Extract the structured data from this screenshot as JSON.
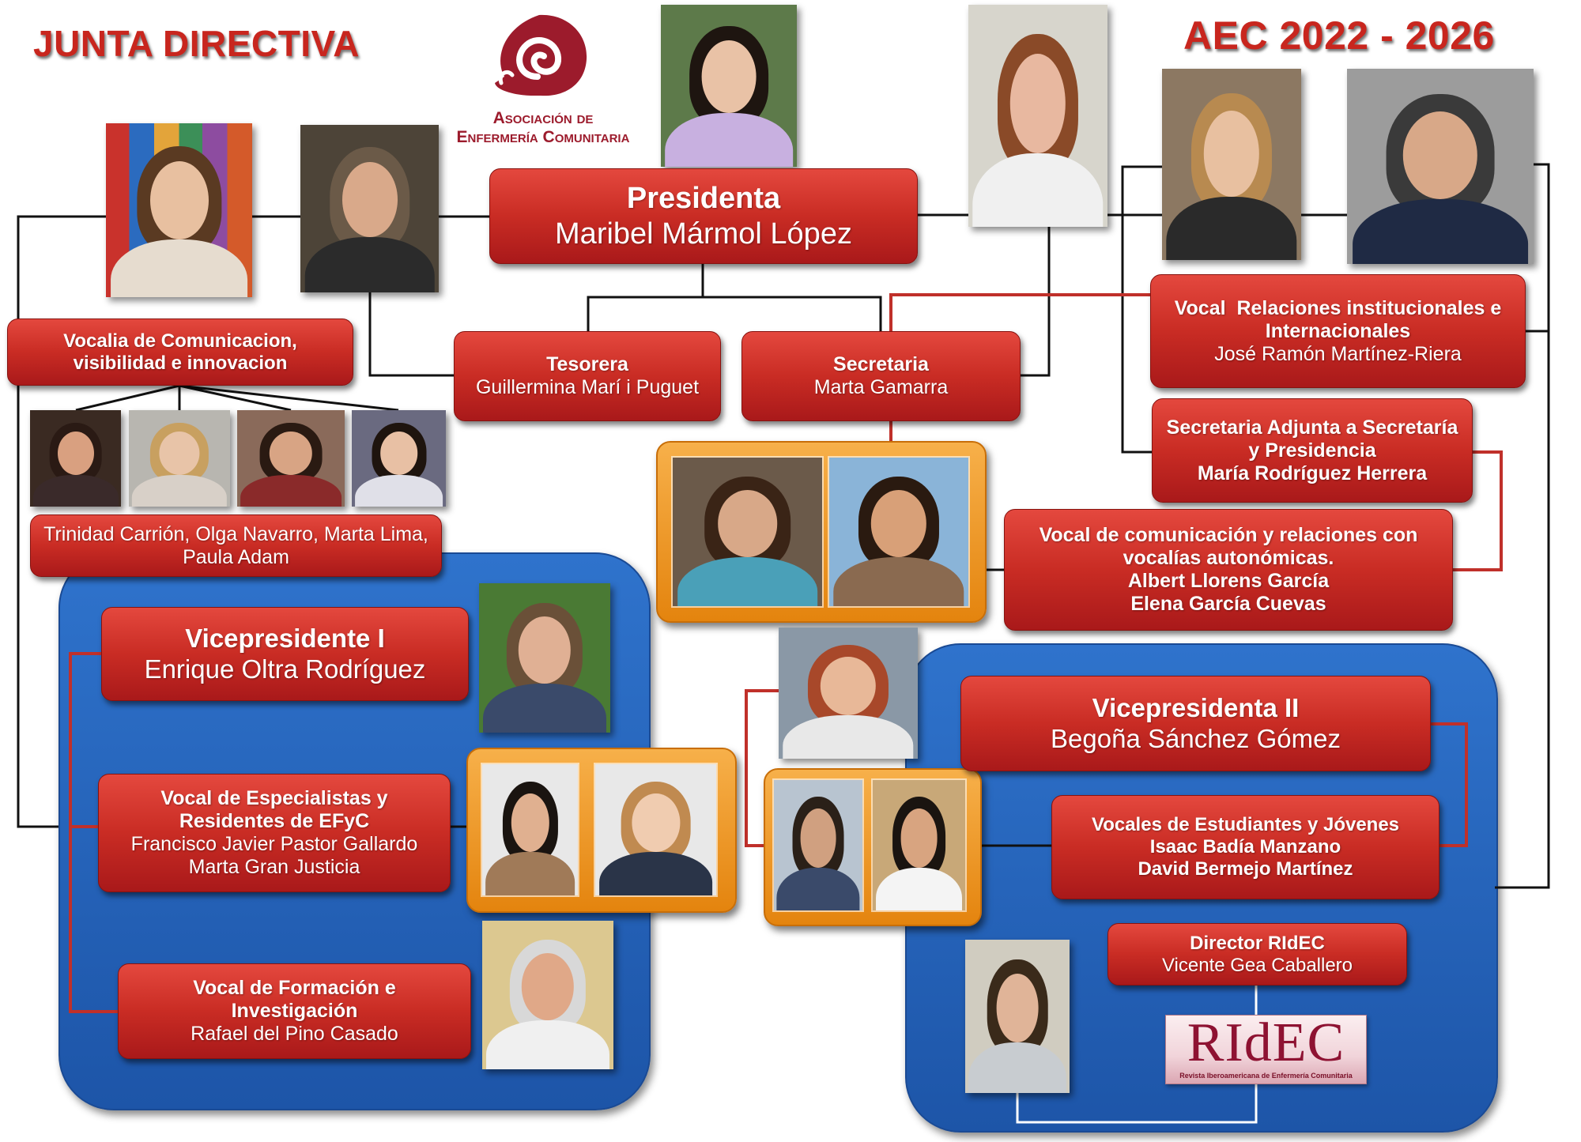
{
  "header": {
    "title": "JUNTA DIRECTIVA",
    "period": "AEC 2022 - 2026"
  },
  "logo": {
    "line1": "Asociación de",
    "line2": "Enfermería Comunitaria"
  },
  "presidenta": {
    "role": "Presidenta",
    "name": "Maribel Mármol López"
  },
  "vocalia_comunicacion": {
    "role": "Vocalia de Comunicacion, visibilidad e innovacion",
    "members": "Trinidad Carrión, Olga Navarro, Marta Lima, Paula Adam"
  },
  "tesorera": {
    "role": "Tesorera",
    "name": "Guillermina Marí i Puguet"
  },
  "secretaria": {
    "role": "Secretaria",
    "name": "Marta Gamarra"
  },
  "vocal_relaciones": {
    "role": "Vocal  Relaciones institucionales e Internacionales",
    "name": "José Ramón Martínez-Riera"
  },
  "secretaria_adjunta": {
    "role": "Secretaria Adjunta a Secretaría y Presidencia",
    "name": "María Rodríguez Herrera"
  },
  "vocal_comunicacion_autonomicas": {
    "role": "Vocal de comunicación y relaciones con vocalías autonómicas.",
    "names": [
      "Albert Llorens García",
      "Elena García Cuevas"
    ]
  },
  "vicepresidente_1": {
    "role": "Vicepresidente I",
    "name": "Enrique Oltra Rodríguez"
  },
  "vocal_especialistas": {
    "role": "Vocal de Especialistas y Residentes de EFyC",
    "names": [
      "Francisco Javier Pastor Gallardo",
      "Marta Gran Justicia"
    ]
  },
  "vocal_formacion": {
    "role": "Vocal de Formación e Investigación",
    "name": "Rafael del Pino Casado"
  },
  "vicepresidenta_2": {
    "role": "Vicepresidenta II",
    "name": "Begoña Sánchez Gómez"
  },
  "vocales_estudiantes": {
    "role": "Vocales de Estudiantes y Jóvenes",
    "names": [
      "Isaac Badía Manzano",
      "David Bermejo Martínez"
    ]
  },
  "director_ridec": {
    "role": "Director RIdEC",
    "name": "Vicente Gea Caballero"
  },
  "ridec_logo": {
    "name": "RIdEC",
    "subtitle": "Revista Iberoamericana de Enfermería Comunitaria"
  },
  "colors": {
    "title_red": "#c8261e",
    "logo_red": "#9c1b2c",
    "box_red_top": "#e4483e",
    "box_red_bottom": "#a9191a",
    "panel_blue": "#2f73cc",
    "panel_blue_dark": "#1d55a8",
    "frame_orange": "#f7b04a",
    "frame_orange_dark": "#e4840e"
  }
}
